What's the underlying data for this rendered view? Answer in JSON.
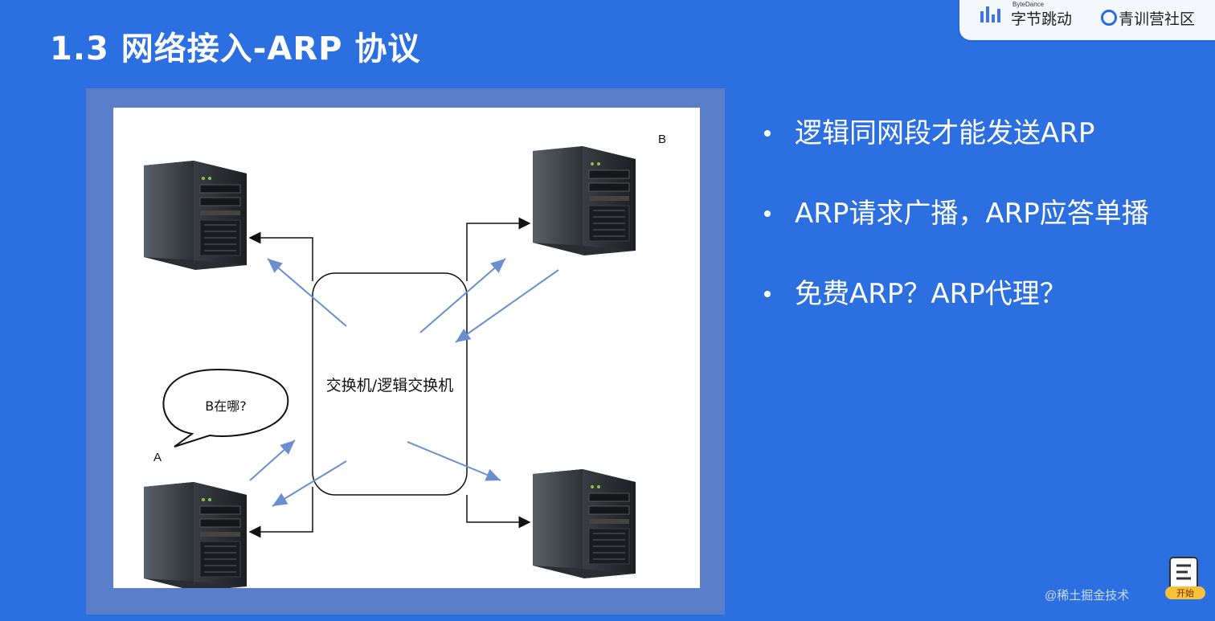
{
  "slide": {
    "title": "1.3 网络接入-ARP 协议",
    "bg_color": "#2c6fe0"
  },
  "logos": {
    "bytedance_small": "ByteDance",
    "bytedance_name": "字节跳动",
    "camp_name": "青训营社区",
    "accent": "#2a6ae6"
  },
  "diagram": {
    "switch_label": "交换机/逻辑交换机",
    "bubble_text": "B在哪?",
    "host_a_label": "A",
    "host_b_label": "B",
    "arrow_color": "#6a8fd0"
  },
  "bullets": [
    "逻辑同网段才能发送ARP",
    "ARP请求广播，ARP应答单播",
    "免费ARP？ARP代理？"
  ],
  "footer": {
    "watermark": "@稀土掘金技术",
    "badge_text": "开始"
  }
}
